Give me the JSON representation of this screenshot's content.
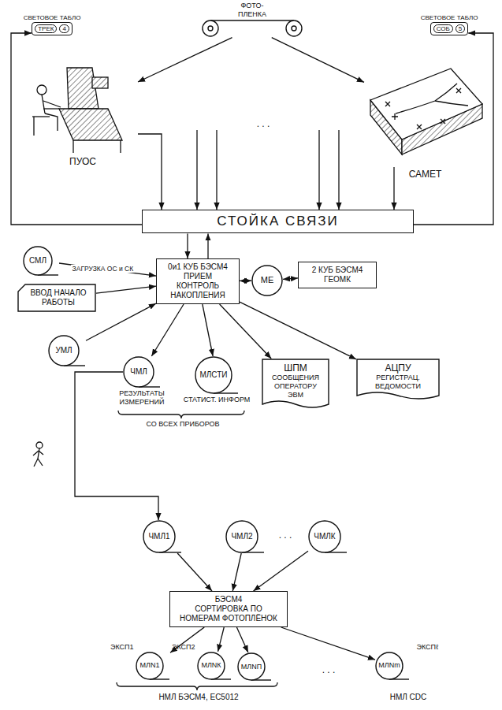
{
  "diagram": {
    "nodes": [
      {
        "text": [
          "ФОТО- ПЛЕНКА"
        ]
      },
      {
        "text": [
          "СВЕТОВОЕ ТАБЛО",
          "ТРЕК",
          "4"
        ]
      },
      {
        "text": [
          "СВЕТОВОЕ ТАБЛО",
          "СОБ",
          "5"
        ]
      },
      {
        "text": [
          "ПУОС"
        ]
      },
      {
        "text": [
          "САМЕТ"
        ]
      },
      {
        "text": [
          "СТОЙКА СВЯЗИ"
        ]
      },
      {
        "text": [
          "СМЛ"
        ]
      },
      {
        "text": [
          "ВВОД НАЧАЛО РАБОТЫ"
        ]
      },
      {
        "text": [
          "0и1 КУБ БЭСМ4",
          "ПРИЕМ КОНТРОЛЬ НАКОПЛЕНИЯ"
        ]
      },
      {
        "text": [
          "МЕ"
        ]
      },
      {
        "text": [
          "2 КУБ БЭСМ4 ГЕОМК"
        ]
      },
      {
        "text": [
          "УМЛ"
        ]
      },
      {
        "text": [
          "ЧМЛ",
          "РЕЗУЛЬТАТЫ ИЗМЕРЕНИЙ"
        ]
      },
      {
        "text": [
          "МЛСТИ",
          "СТАТИСТ. ИНФОРМ"
        ]
      },
      {
        "text": [
          "ШПМ",
          "СООБЩЕНИЯ ОПЕРАТОРУ ЭВМ"
        ]
      },
      {
        "text": [
          "АЦПУ",
          "РЕГИСТРАЦ. ВЕДОМОСТИ"
        ]
      },
      {
        "text": [
          "ЧМЛ1"
        ]
      },
      {
        "text": [
          "ЧМЛ2"
        ]
      },
      {
        "text": [
          "ЧМЛК"
        ]
      },
      {
        "text": [
          "БЭСМ4",
          "СОРТИРОВКА ПО НОМЕРАМ ФОТОПЛЁНОК"
        ]
      },
      {
        "text": [
          "ЭКСП1",
          "МЛN1"
        ]
      },
      {
        "text": [
          "ЭКСП2",
          "МЛNК"
        ]
      },
      {
        "text": [
          "МЛNП"
        ]
      },
      {
        "text": [
          "ЭКСПℓ",
          "МЛNm"
        ]
      }
    ],
    "edges": [
      {
        "from": 0,
        "to": 3,
        "arrow": "to"
      },
      {
        "from": 0,
        "to": 4,
        "arrow": "to"
      },
      {
        "from": 3,
        "to": 5,
        "arrow": "to"
      },
      {
        "from": 4,
        "to": 5,
        "arrow": "to"
      },
      {
        "from": 5,
        "to": 1,
        "arrow": "to"
      },
      {
        "from": 5,
        "to": 2,
        "arrow": "to"
      },
      {
        "from": 5,
        "to": 8,
        "arrow": "to"
      },
      {
        "from": 8,
        "to": 5,
        "arrow": "to"
      },
      {
        "from": 6,
        "to": 8,
        "label": "ЗАГРУЗКА ОС и СК",
        "arrow": "to"
      },
      {
        "from": 7,
        "to": 8,
        "arrow": "to"
      },
      {
        "from": 8,
        "to": 9,
        "arrow": "both"
      },
      {
        "from": 9,
        "to": 10,
        "arrow": "both"
      },
      {
        "from": 11,
        "to": 8,
        "arrow": "to"
      },
      {
        "from": 8,
        "to": 12,
        "arrow": "to"
      },
      {
        "from": 8,
        "to": 13,
        "arrow": "to"
      },
      {
        "from": 8,
        "to": 14,
        "arrow": "to"
      },
      {
        "from": 8,
        "to": 15,
        "arrow": "to"
      },
      {
        "from": 12,
        "to": 16,
        "arrow": "to"
      },
      {
        "from": 16,
        "to": 19,
        "arrow": "to"
      },
      {
        "from": 17,
        "to": 19,
        "arrow": "to"
      },
      {
        "from": 18,
        "to": 19,
        "arrow": "to"
      },
      {
        "from": 19,
        "to": 20,
        "arrow": "to"
      },
      {
        "from": 19,
        "to": 21,
        "arrow": "to"
      },
      {
        "from": 19,
        "to": 22,
        "arrow": "to"
      },
      {
        "from": 19,
        "to": 23,
        "arrow": "to"
      }
    ],
    "labels": [
      ". . .",
      "СО ВСЕХ ПРИБОРОВ",
      ". . .",
      ". . .",
      "НМЛ БЭСМ4, ЕС5012",
      "НМЛ CDC"
    ]
  }
}
